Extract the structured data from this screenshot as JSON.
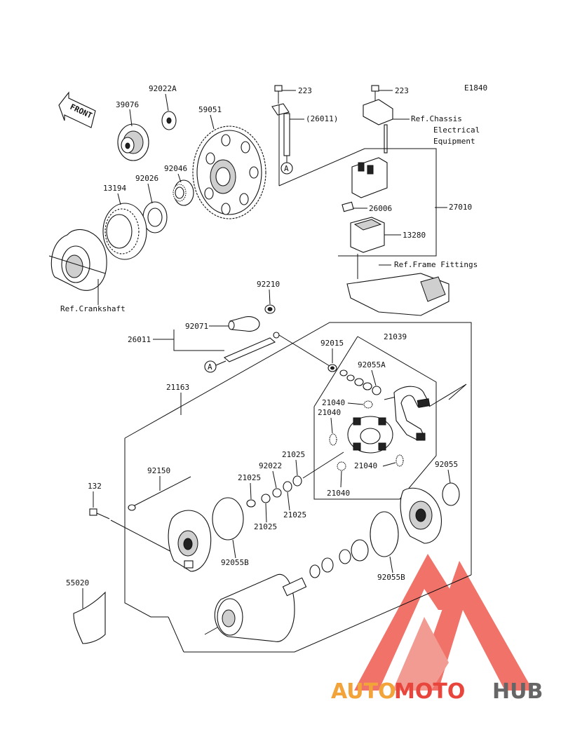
{
  "diagram_code": "E1840",
  "front_label": "FRONT",
  "ref_labels": {
    "chassis_line1": "Ref.Chassis",
    "chassis_line2": "Electrical",
    "chassis_line3": "Equipment",
    "frame_fittings": "Ref.Frame Fittings",
    "crankshaft": "Ref.Crankshaft"
  },
  "connector_marker": "A",
  "part_numbers": {
    "p92022A": "92022A",
    "p39076": "39076",
    "p59051": "59051",
    "p92046": "92046",
    "p92026": "92026",
    "p13194": "13194",
    "p223_left": "223",
    "p223_right": "223",
    "p26011_paren": "(26011)",
    "p26006": "26006",
    "p27010": "27010",
    "p13280": "13280",
    "p92210": "92210",
    "p92071": "92071",
    "p26011": "26011",
    "p92015": "92015",
    "p21039": "21039",
    "p92055A": "92055A",
    "p21040_a": "21040",
    "p21040_b": "21040",
    "p21040_c": "21040",
    "p21040_d": "21040",
    "p21163": "21163",
    "p21025_a": "21025",
    "p21025_b": "21025",
    "p21025_c": "21025",
    "p21025_d": "21025",
    "p92022": "92022",
    "p92150": "92150",
    "p92055": "92055",
    "p132": "132",
    "p92055B_left": "92055B",
    "p92055B_right": "92055B",
    "p55020": "55020"
  },
  "watermark": {
    "part1": "AUTO",
    "part2": "MOTO",
    "part3": "HUB",
    "colors": {
      "orange": "#f2a33a",
      "red": "#e8453c",
      "gray": "#666666",
      "logo": "#ee5a50"
    }
  }
}
